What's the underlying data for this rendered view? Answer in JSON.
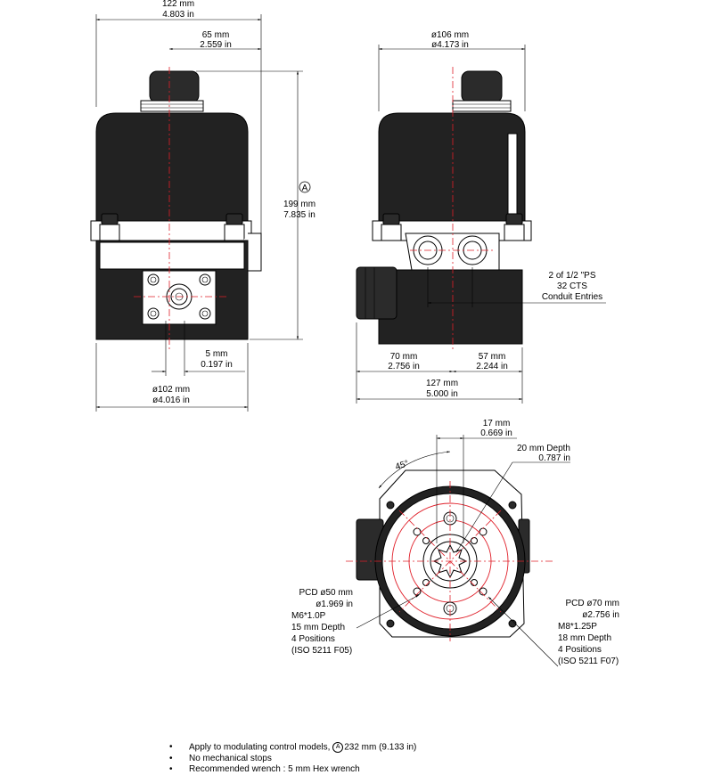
{
  "front_view": {
    "overall_width": {
      "mm": "122 mm",
      "in": "4.803 in"
    },
    "offset_width": {
      "mm": "65 mm",
      "in": "2.559 in"
    },
    "height_marker": "A",
    "height": {
      "mm": "199 mm",
      "in": "7.835 in"
    },
    "shaft_offset": {
      "mm": "5 mm",
      "in": "0.197 in"
    },
    "base_diameter": {
      "mm": "ø102 mm",
      "in": "ø4.016 in"
    }
  },
  "side_view": {
    "body_diameter": {
      "mm": "ø106 mm",
      "in": "ø4.173 in"
    },
    "conduit_entries": [
      "2 of 1/2 \"PS",
      "32 CTS",
      "Conduit Entries"
    ],
    "left_offset": {
      "mm": "70 mm",
      "in": "2.756 in"
    },
    "right_offset": {
      "mm": "57 mm",
      "in": "2.244 in"
    },
    "overall_depth": {
      "mm": "127 mm",
      "in": "5.000 in"
    }
  },
  "bottom_view": {
    "drive_size": {
      "mm": "17 mm",
      "in": "0.669 in"
    },
    "drive_depth": {
      "mm": "20 mm Depth",
      "in": "0.787 in"
    },
    "angle": "45°",
    "pcd50": [
      "PCD ø50 mm",
      "ø1.969 in",
      "M6*1.0P",
      "15 mm Depth",
      "4 Positions",
      "(ISO 5211 F05)"
    ],
    "pcd70": [
      "PCD ø70 mm",
      "ø2.756 in",
      "M8*1.25P",
      "18 mm Depth",
      "4 Positions",
      "(ISO 5211 F07)"
    ]
  },
  "notes": {
    "note1": "Apply to modulating control models, ",
    "note1_marker": "A",
    "note1_value": "232 mm (9.133 in)",
    "note2": "No mechanical stops",
    "note3": "Recommended wrench : 5 mm Hex wrench"
  }
}
